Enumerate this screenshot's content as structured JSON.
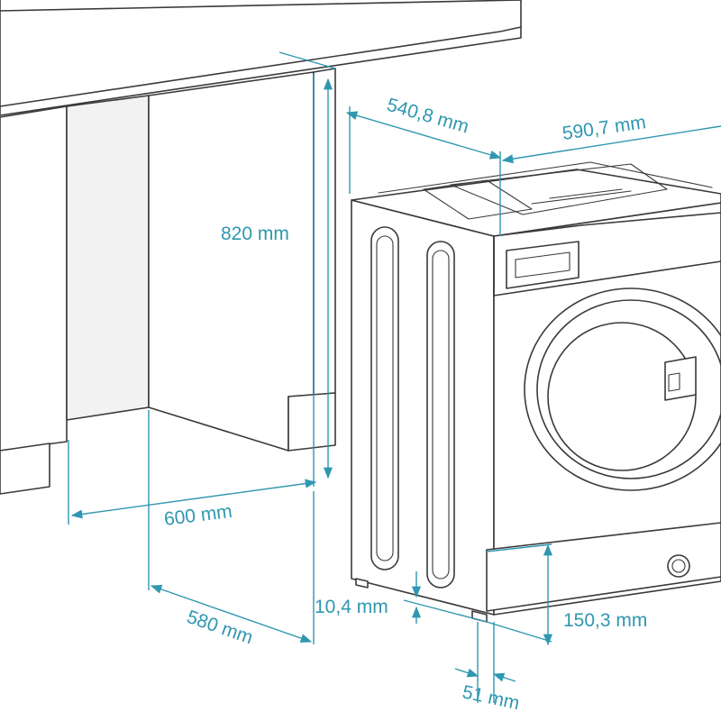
{
  "diagram": {
    "dimensions": {
      "cabinet_height": "820 mm",
      "cabinet_width": "600 mm",
      "cabinet_depth": "580 mm",
      "machine_depth": "540,8 mm",
      "machine_width": "590,7 mm",
      "foot_height": "10,4 mm",
      "plinth_height": "150,3 mm",
      "front_offset": "51 mm"
    },
    "colors": {
      "dimension_lines": "#2f97b0",
      "outline": "#3a3a3a",
      "background": "#ffffff"
    },
    "icons": [
      "arrow-icon"
    ]
  }
}
